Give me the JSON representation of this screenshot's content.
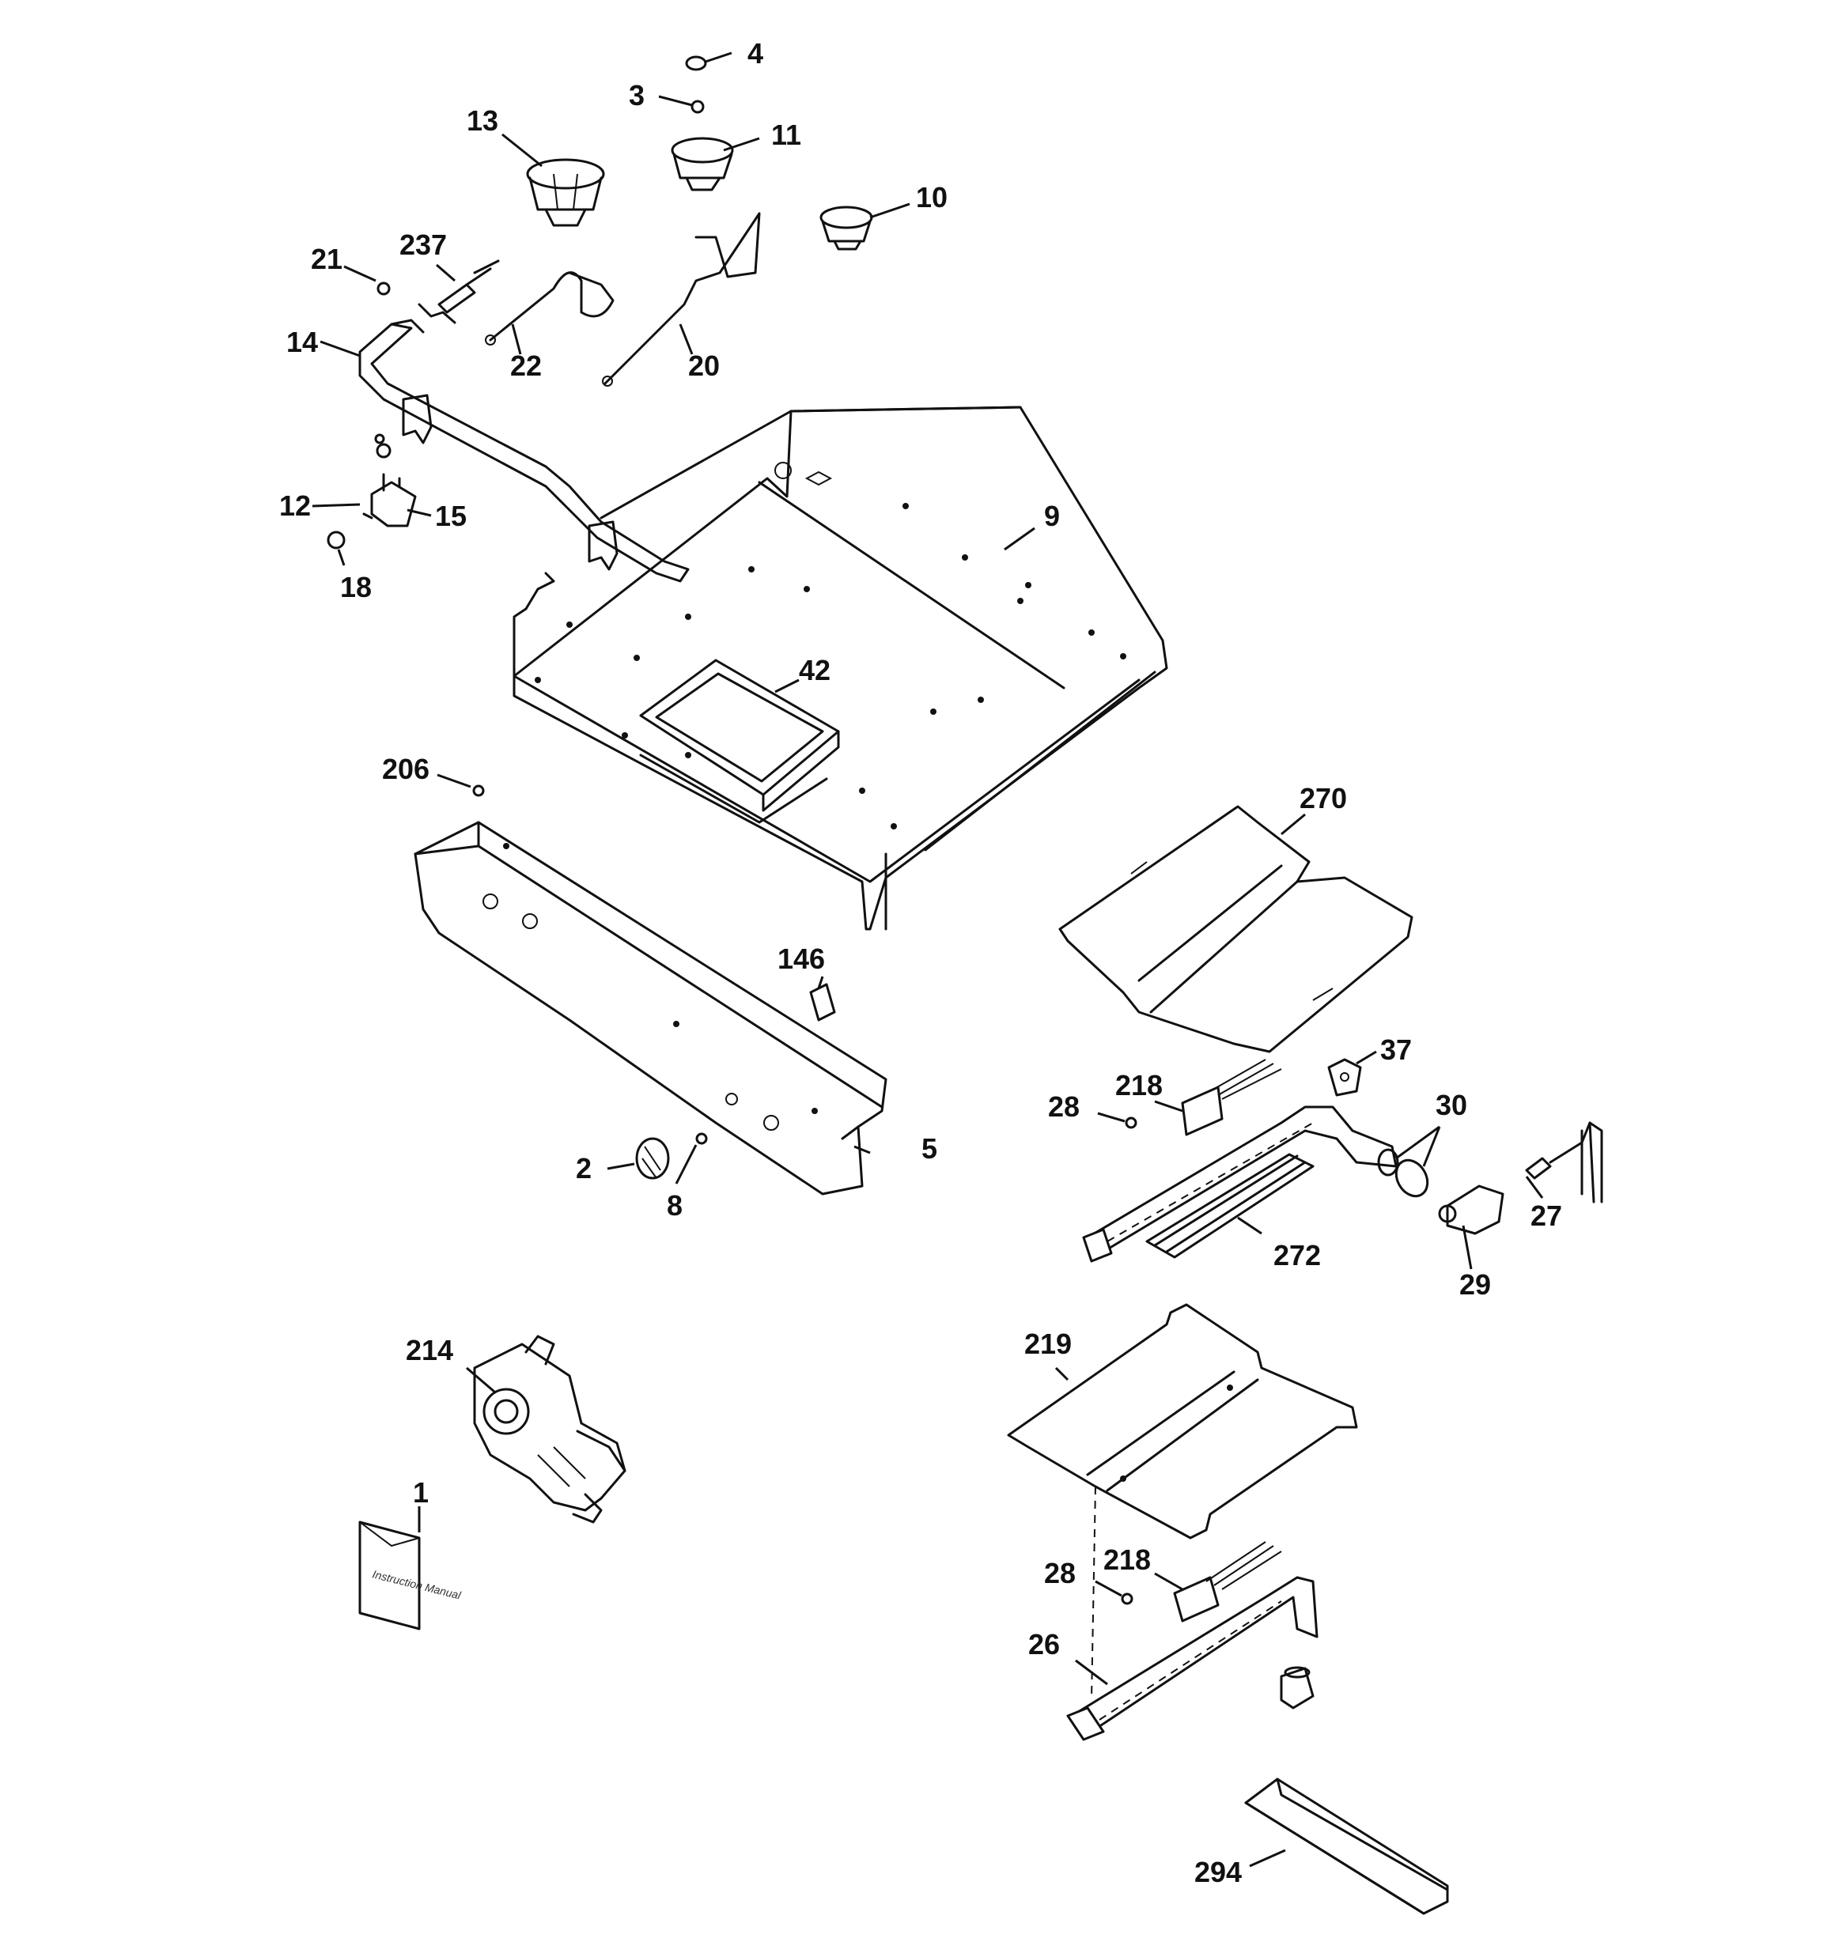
{
  "diagram": {
    "callouts": {
      "c1": "1",
      "c2": "2",
      "c3": "3",
      "c4": "4",
      "c5": "5",
      "c8": "8",
      "c9": "9",
      "c10": "10",
      "c11": "11",
      "c12": "12",
      "c13": "13",
      "c14": "14",
      "c15": "15",
      "c18": "18",
      "c20": "20",
      "c21": "21",
      "c22": "22",
      "c26": "26",
      "c27": "27",
      "c28a": "28",
      "c28b": "28",
      "c29": "29",
      "c30": "30",
      "c37": "37",
      "c42": "42",
      "c146": "146",
      "c206": "206",
      "c214": "214",
      "c218a": "218",
      "c218b": "218",
      "c219": "219",
      "c237": "237",
      "c270": "270",
      "c272": "272",
      "c294": "294"
    },
    "manual_cover_text": "Instruction Manual"
  }
}
